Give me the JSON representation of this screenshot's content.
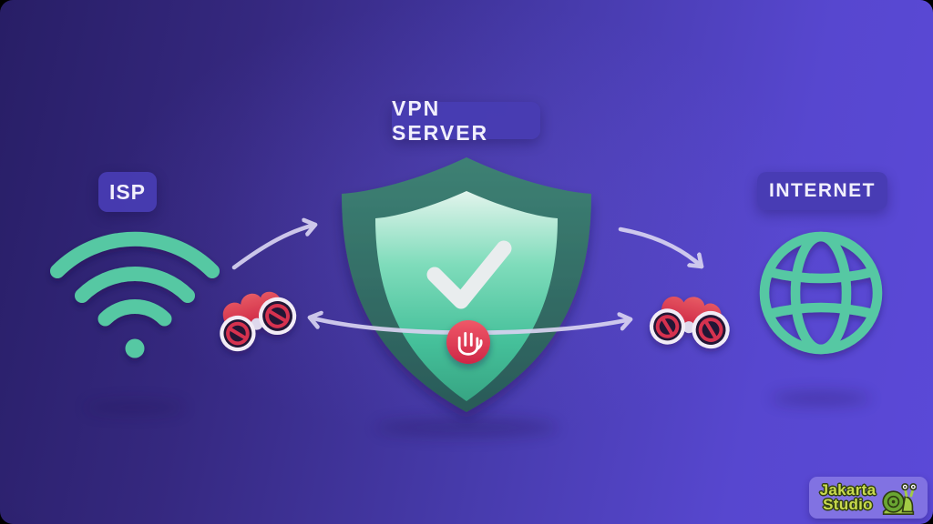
{
  "labels": {
    "isp": "ISP",
    "vpn_server": "VPN SERVER",
    "internet": "INTERNET"
  },
  "watermark": {
    "line1": "Jakarta",
    "line2": "Studio"
  },
  "icons": {
    "left": "wifi-icon",
    "center": "shield-check-icon",
    "center_badge": "stop-hand-icon",
    "left_spy": "binoculars-blocked-icon",
    "right_spy": "binoculars-blocked-icon",
    "right": "globe-icon",
    "connectors": [
      "curved-arrow-left",
      "double-headed-arrow",
      "curved-arrow-right"
    ]
  },
  "colors": {
    "background_dark": "#281e66",
    "background_bright": "#5b49d8",
    "label_pill": "#483cb2",
    "label_text": "#f1effc",
    "teal_icon": "#57c8a3",
    "shield_outer_top": "#3d8174",
    "shield_outer_bottom": "#2a5a58",
    "shield_inner_top": "#e2f4ec",
    "shield_inner_bottom": "#37a583",
    "checkmark": "#e9edee",
    "stop_red": "#d92b47",
    "binocular_red": "#cf2746",
    "arrow": "#d8d3f1",
    "watermark_bg": "#8172e2",
    "watermark_text": "#c9da4e"
  }
}
